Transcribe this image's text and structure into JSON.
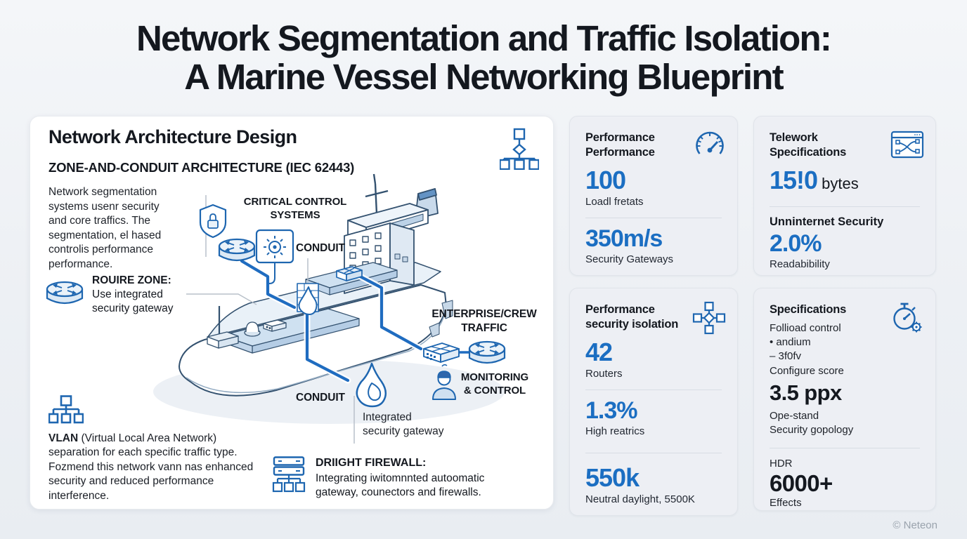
{
  "page": {
    "title_l1": "Network Segmentation and Traffic Isolation:",
    "title_l2": "A Marine Vessel Networking Blueprint",
    "footer": "© Neteon"
  },
  "colors": {
    "accent": "#1b6ec2",
    "icon_blue": "#1e66b0",
    "ink": "#14181f",
    "card_bg": "#edeff4"
  },
  "panel": {
    "title": "Network Architecture Design",
    "subtitle": "ZONE-AND-CONDUIT ARCHITECTURE (IEC 62443)",
    "icon": "org-chart-icon",
    "description": "Network segmentation systems usenr security and core traffics. The segmentation, el hased controlis performance performance.",
    "rouire": {
      "title": "ROUIRE ZONE:",
      "text": "Use integrated security gateway",
      "icon": "router-icon"
    },
    "vlan": {
      "bold": "VLAN",
      "text": " (Virtual Local Area Network) separation for each specific traffic type. Fozmend this network vann nas enhanced security and reduced performance interference.",
      "icon": "vlan-tree-icon"
    },
    "firewall": {
      "title": "DRIIGHT FIREWALL:",
      "line1": "Integrating iwitomnnted autoomatic",
      "line2": "gateway, counectors and firewalls.",
      "icon": "firewall-stack-icon"
    },
    "labels": {
      "critical_l1": "CRITICAL CONTROL",
      "critical_l2": "SYSTEMS",
      "conduit_top": "CONDUIT",
      "enterprise_l1": "ENTERPRISE/CREW",
      "enterprise_l2": "TRAFFIC",
      "monitoring_l1": "MONITORING",
      "monitoring_l2": "& CONTROL",
      "conduit_bottom": "CONDUIT",
      "integrated_l1": "Integrated",
      "integrated_l2": "security gateway"
    }
  },
  "cards": {
    "performance": {
      "title_l1": "Performance",
      "title_l2": "Performance",
      "icon": "gauge-icon",
      "stat1_value": "100",
      "stat1_label": "Loadl fretats",
      "stat2_value": "350m/s",
      "stat2_label": "Security Gateways"
    },
    "telework": {
      "title_l1": "Telework",
      "title_l2": "Specifications",
      "icon": "browser-route-icon",
      "stat1_value": "15!0",
      "stat1_suffix": " bytes",
      "heading": "Unninternet Security",
      "stat2_value": "2.0%",
      "stat2_label": "Readabibility"
    },
    "isolation": {
      "title_l1": "Performance",
      "title_l2": "security isolation",
      "icon": "network-plus-icon",
      "stat1_value": "42",
      "stat1_label": "Routers",
      "stat2_value": "1.3%",
      "stat2_label": "High reatrics",
      "stat3_value": "550k",
      "stat3_label": "Neutral daylight, 5500K"
    },
    "specs": {
      "title": "Specifications",
      "icon": "stopwatch-gear-icon",
      "line1": "Follioad control",
      "line2": "• andium",
      "line3": "– 3f0fv",
      "line4": "Configure score",
      "big1": "3.5 ppx",
      "line5": "Ope-stand",
      "line6": "Security gopology",
      "heading2": "HDR",
      "big2": "6000+",
      "label2": "Effects"
    }
  }
}
